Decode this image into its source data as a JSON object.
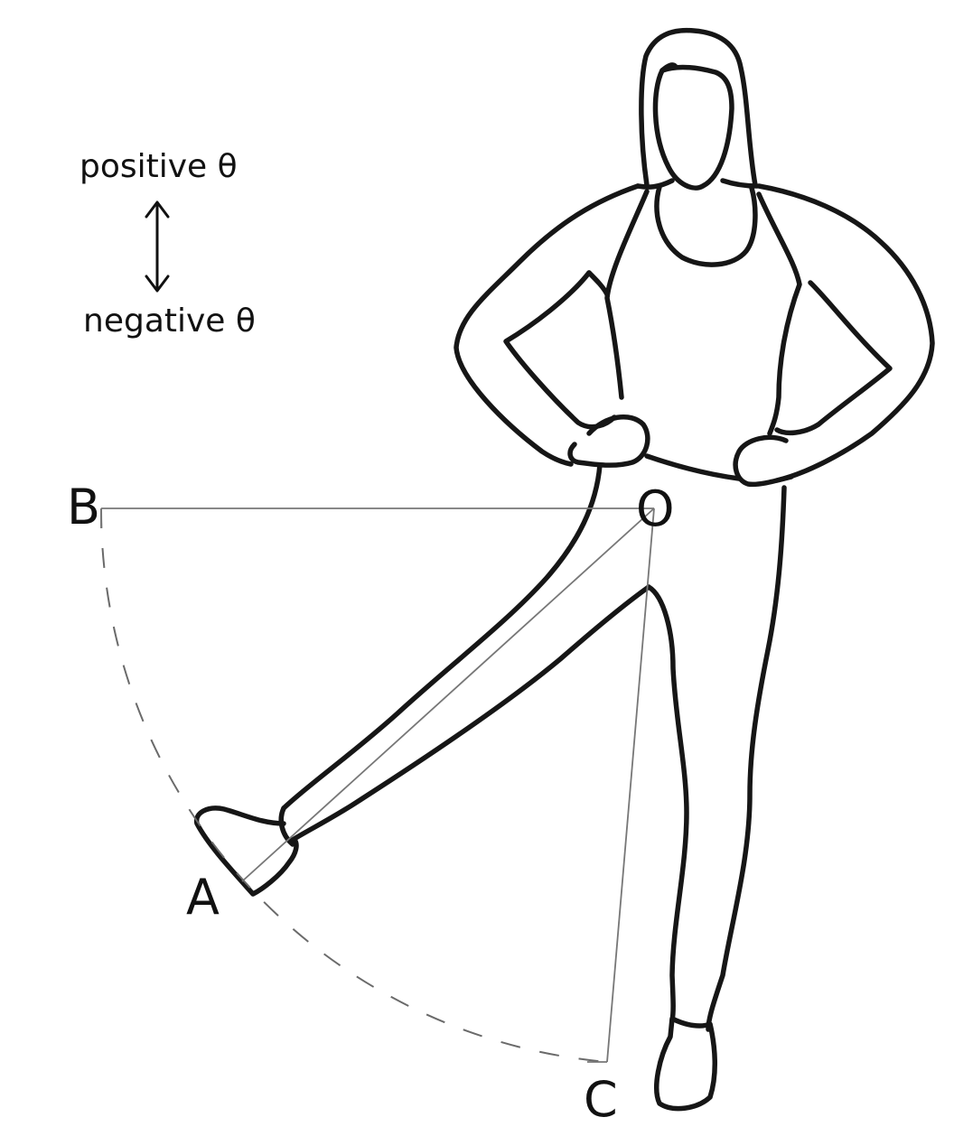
{
  "legend": {
    "positive_label": "positive θ",
    "negative_label": "negative θ"
  },
  "points": {
    "B": "B",
    "O": "O",
    "A": "A",
    "C": "C"
  }
}
